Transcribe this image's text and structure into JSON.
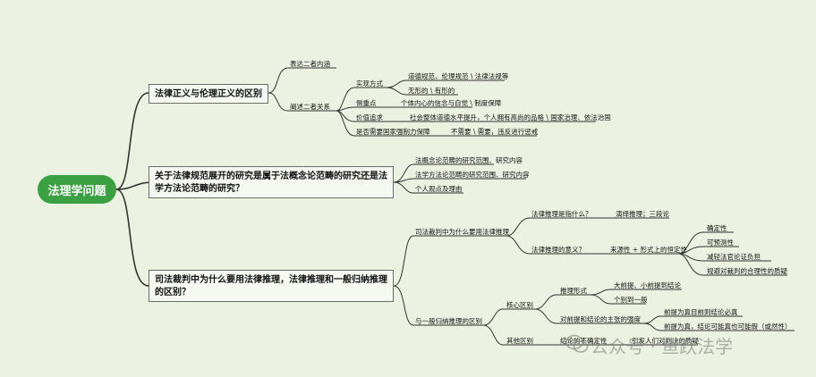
{
  "root": "法理学问题",
  "branch1": {
    "title": "法律正义与伦理正义的区别",
    "c1": "表达二者内涵",
    "c2": "阐述二者关系",
    "r1": "实现方式",
    "r1a": "道德规范、伦理规范 \\ 法律法规等",
    "r1b": "无形的 \\ 有形的",
    "r2": "侧重点",
    "r2a": "个体内心的信念与自觉 \\ 制度保障",
    "r3": "价值追求",
    "r3a": "社会整体道德水平提升，个人拥有高尚的品格 \\ 国家治理、依法治国",
    "r4": "是否需要国家强制力保障",
    "r4a": "不需要 \\ 需要，违反进行惩戒"
  },
  "branch2": {
    "title": "关于法律规范展开的研究是属于法概念论范畴的研究还是法学方法论范畴的研究？",
    "c1": "法概念论范畴的研究范围、研究内容",
    "c2": "法学方法论范畴的研究范围、研究内容",
    "c3": "个人观点及理由"
  },
  "branch3": {
    "title": "司法裁判中为什么要用法律推理，法律推理和一般归纳推理的区别？",
    "a": "司法裁判中为什么要用法律推理",
    "a1": "法律推理是指什么？",
    "a1a": "演绎推理；三段论",
    "a2": "法律推理的意义？",
    "a2a": "来源性 + 形式上的恒定性",
    "a2a1": "确定性",
    "a2a2": "可预测性",
    "a2a3": "减轻法官论证负担",
    "a2a4": "规避对裁判的合理性的质疑",
    "b": "与一般归纳推理的区别",
    "b1": "核心区别",
    "b1a": "推理形式",
    "b1a1": "大前提、小前提到结论",
    "b1a2": "个别到一般",
    "b1b": "对前提和结论的主张的强度",
    "b1b1": "前提为真目前则结论必真",
    "b1b2": "前提为真，结论可能真也可能假（或然性）",
    "b2": "其他区别",
    "b2a": "结论的不确定性",
    "b2a1": "引发人们对判决的质疑"
  },
  "watermark": "公众号 · 鱼跃法学"
}
